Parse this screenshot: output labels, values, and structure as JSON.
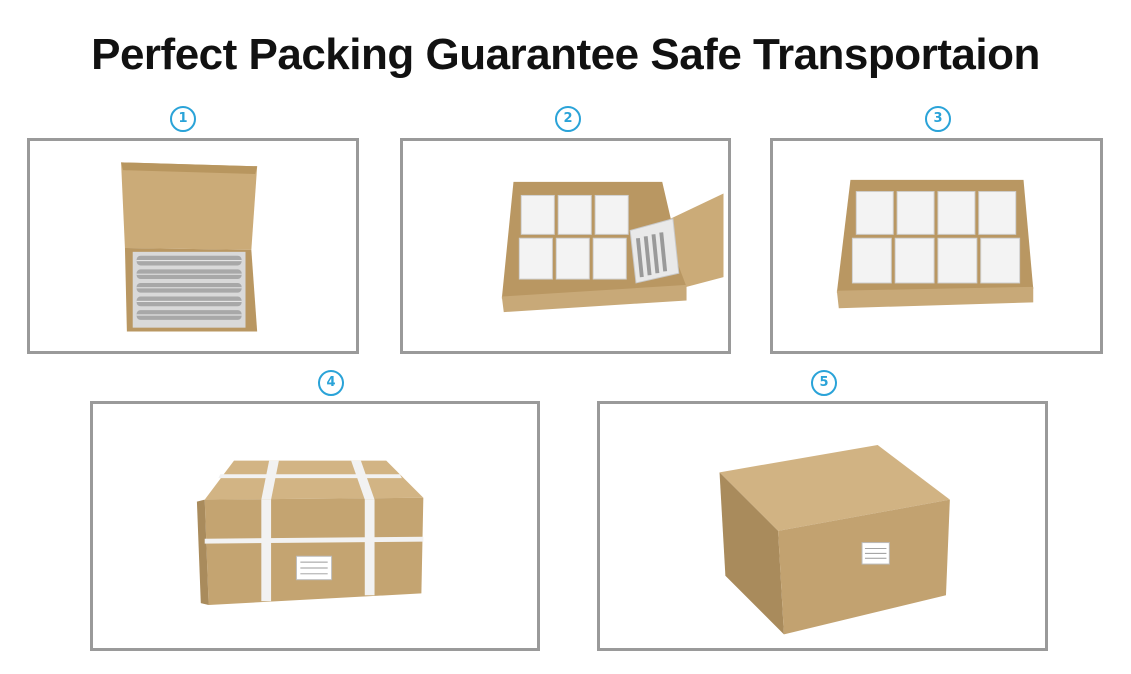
{
  "title": "Perfect Packing Guarantee Safe Transportaion",
  "steps": [
    {
      "number": "1"
    },
    {
      "number": "2"
    },
    {
      "number": "3"
    },
    {
      "number": "4"
    },
    {
      "number": "5"
    }
  ],
  "colors": {
    "badge": "#2aa3d8",
    "frame": "#9a9a9a",
    "cardboard": "#c8a978",
    "cardboard_dark": "#a98b5c"
  }
}
